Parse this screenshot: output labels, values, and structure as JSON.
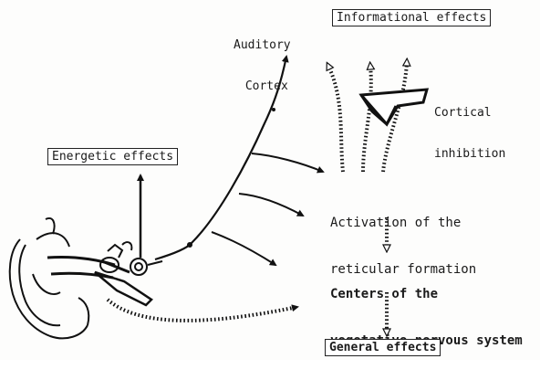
{
  "diagram": {
    "auditory_cortex": [
      "Auditory",
      "Cortex"
    ],
    "informational_effects": "Informational effects",
    "cortical_inhibition": [
      "Cortical",
      "inhibition"
    ],
    "energetic_effects": "Energetic effects",
    "reticular_formation": [
      "Activation of the",
      "reticular formation"
    ],
    "vegetative_centers": [
      "Centers of the",
      "vegetative nervous system"
    ],
    "general_effects": "General effects"
  }
}
